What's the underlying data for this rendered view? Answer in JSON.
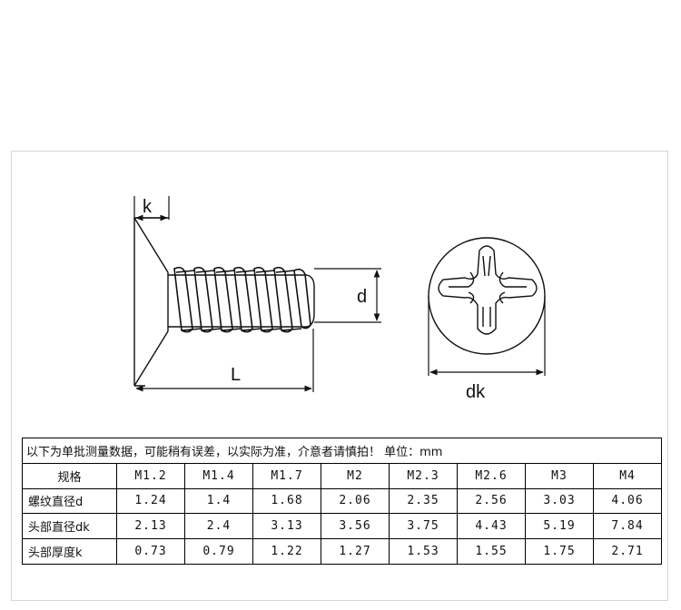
{
  "diagram": {
    "labels": {
      "k": "k",
      "d": "d",
      "L": "L",
      "dk": "dk"
    }
  },
  "table": {
    "note": "以下为单批测量数据，可能稍有误差，以实际为准，介意者请慎拍！  单位：mm",
    "header_label": "规格",
    "columns": [
      "M1.2",
      "M1.4",
      "M1.7",
      "M2",
      "M2.3",
      "M2.6",
      "M3",
      "M4"
    ],
    "rows": [
      {
        "label": "螺纹直径d",
        "values": [
          "1.24",
          "1.4",
          "1.68",
          "2.06",
          "2.35",
          "2.56",
          "3.03",
          "4.06"
        ]
      },
      {
        "label": "头部直径dk",
        "values": [
          "2.13",
          "2.4",
          "3.13",
          "3.56",
          "3.75",
          "4.43",
          "5.19",
          "7.84"
        ]
      },
      {
        "label": "头部厚度k",
        "values": [
          "0.73",
          "0.79",
          "1.22",
          "1.27",
          "1.53",
          "1.55",
          "1.75",
          "2.71"
        ]
      }
    ]
  }
}
